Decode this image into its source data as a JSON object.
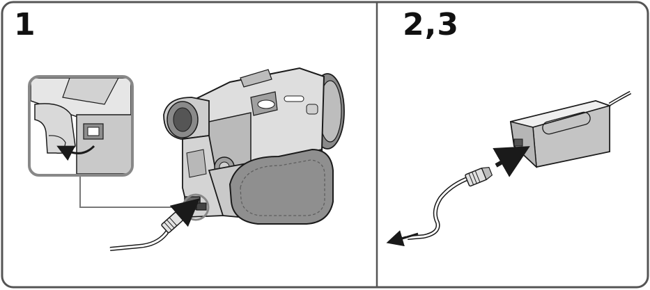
{
  "panels": [
    {
      "id": "step-1",
      "label": "1"
    },
    {
      "id": "step-2-3",
      "label": "2,3"
    }
  ],
  "colors": {
    "frame": "#555555",
    "line": "#1a1a1a",
    "fill_light": "#e4e4e4",
    "fill_mid": "#c8c8c8",
    "fill_dark": "#a9a9a9"
  },
  "icons": [
    "camcorder-icon",
    "ac-adaptor-icon",
    "power-cord-icon",
    "dc-plug-icon",
    "arrow-icon"
  ]
}
